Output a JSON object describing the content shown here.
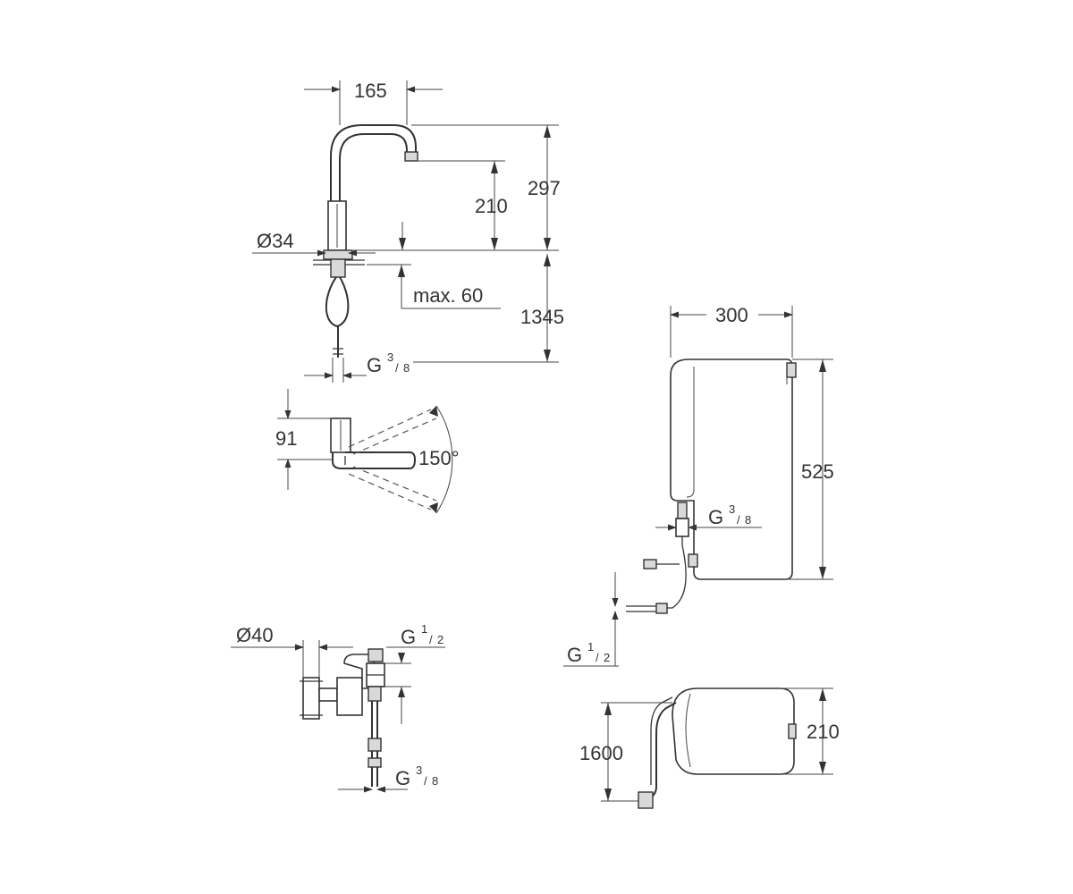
{
  "tap": {
    "spout_reach": "165",
    "total_height": "297",
    "spout_height": "210",
    "base_diameter": "Ø34",
    "deck_thickness": "max. 60",
    "hose_length": "1345",
    "connection": {
      "base": "G",
      "num": "3",
      "den": "8"
    }
  },
  "swivel": {
    "height": "91",
    "angle": "150°"
  },
  "valve": {
    "diameter": "Ø40",
    "inlet": {
      "base": "G",
      "num": "1",
      "den": "2"
    },
    "outlet": {
      "base": "G",
      "num": "3",
      "den": "8"
    }
  },
  "control_box": {
    "width": "300",
    "height": "525",
    "outlet": {
      "base": "G",
      "num": "3",
      "den": "8"
    },
    "inlet": {
      "base": "G",
      "num": "1",
      "den": "2"
    }
  },
  "control_box_top": {
    "cable_length": "1600",
    "depth": "210"
  }
}
